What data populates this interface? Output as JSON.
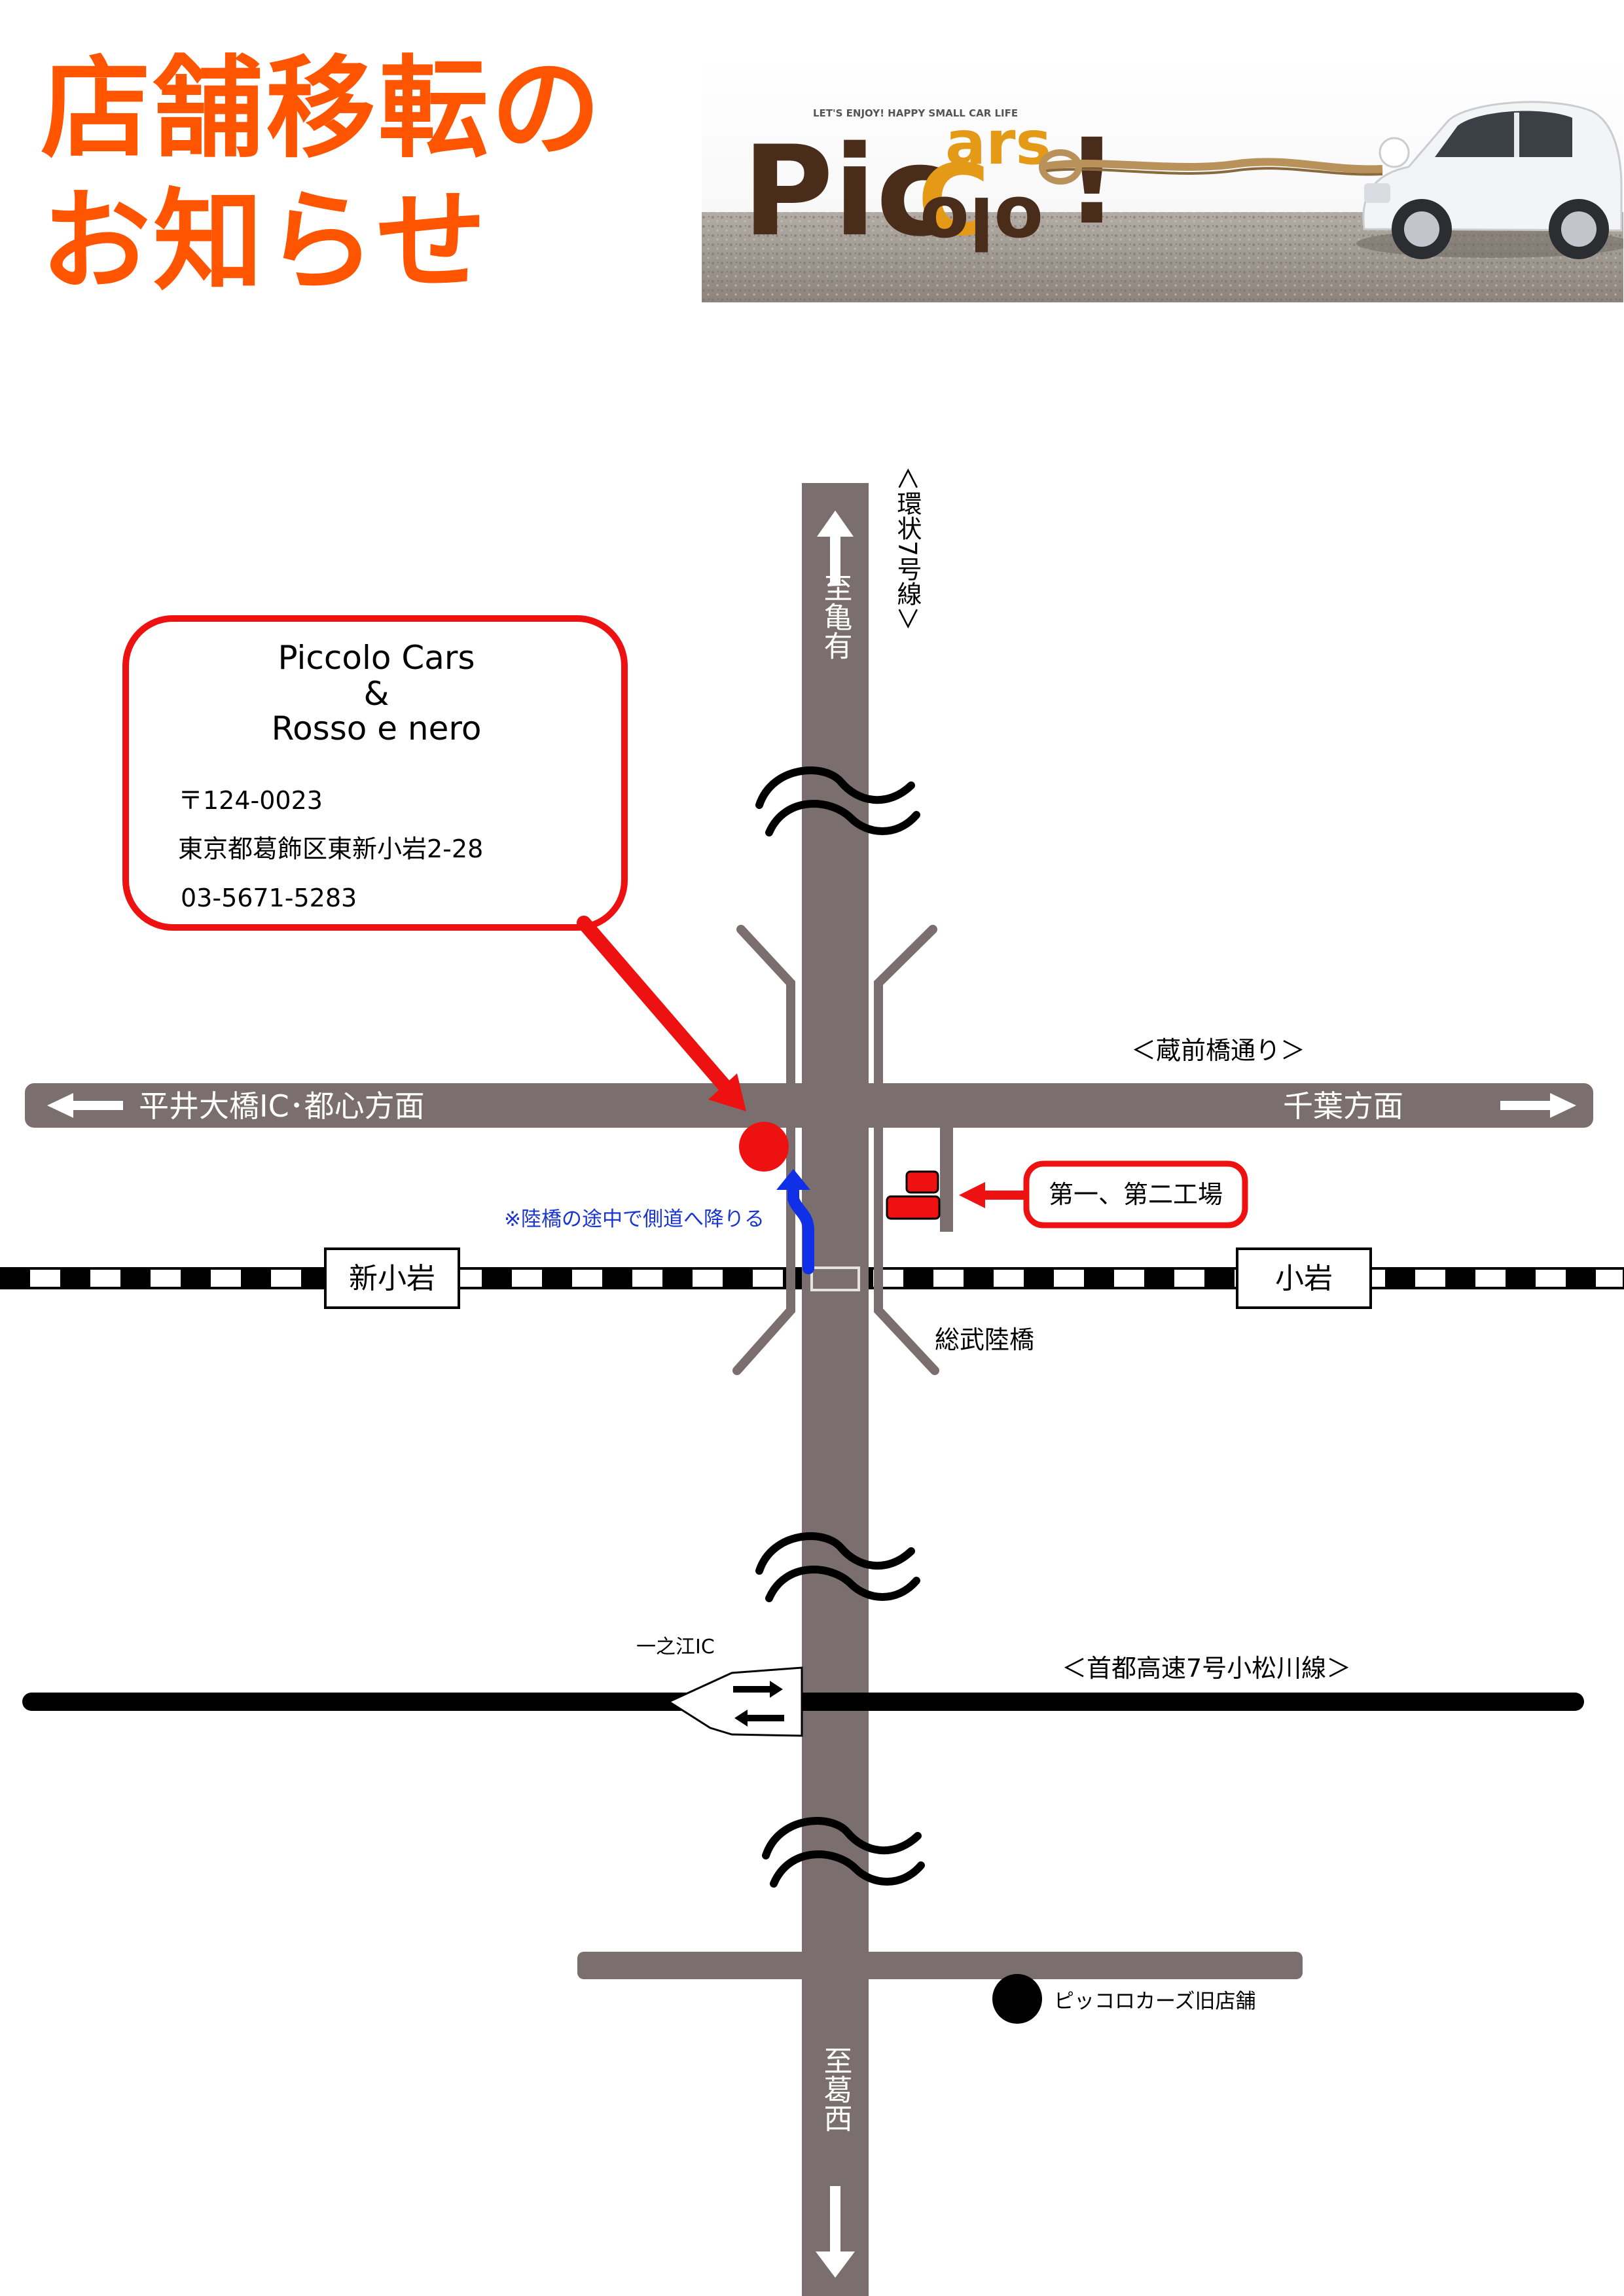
{
  "title": {
    "line1": "店舗移転の",
    "line2": "お知らせ"
  },
  "banner": {
    "tagline": "LET'S ENJOY! HAPPY SMALL CAR LIFE",
    "logo_text": "Piccolo Cars!"
  },
  "shop_box": {
    "name_line1": "Piccolo Cars",
    "name_line2": "&",
    "name_line3": "Rosso e nero",
    "postal": "〒124-0023",
    "address": "東京都葛飾区東新小岩2-28",
    "phone": "03-5671-5283"
  },
  "labels": {
    "north_dest": "至亀有",
    "ring_road": "＜環状7号線＞",
    "kuramae": "＜蔵前橋通り＞",
    "west_dir": "平井大橋IC･都心方面",
    "east_dir": "千葉方面",
    "side_note": "※陸橋の途中で側道へ降りる",
    "factory": "第一、第二工場",
    "station_west": "新小岩",
    "station_east": "小岩",
    "sobu_bridge": "総武陸橋",
    "ichinoe_ic": "一之江IC",
    "expressway": "＜首都高速7号小松川線＞",
    "old_store": "ピッコロカーズ旧店舗",
    "south_dest": "至葛西"
  },
  "colors": {
    "title": "#ff5400",
    "road": "#7b6e6e",
    "accent_red": "#ee1111",
    "route_blue": "#1030e8",
    "note_blue": "#1a35d0",
    "black": "#000000"
  },
  "icons": {
    "shop_marker": "red-dot-icon",
    "old_shop_marker": "black-dot-icon",
    "factory_marker": "building-icon",
    "break_mark": "road-break-wave-icon",
    "interchange": "two-way-arrows-icon"
  }
}
